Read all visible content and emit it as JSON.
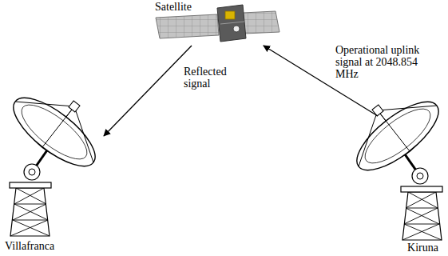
{
  "diagram": {
    "nodes": [
      {
        "text": [
          "Satellite"
        ]
      },
      {
        "text": [
          "Villafranca"
        ]
      },
      {
        "text": [
          "Kiruna"
        ]
      }
    ],
    "edges": [
      {
        "from": 2,
        "to": 0,
        "arrow": "to",
        "label": "Operational uplink signal at 2048.854 MHz"
      },
      {
        "from": 0,
        "to": 1,
        "arrow": "to",
        "label": "Reflected signal"
      }
    ]
  }
}
